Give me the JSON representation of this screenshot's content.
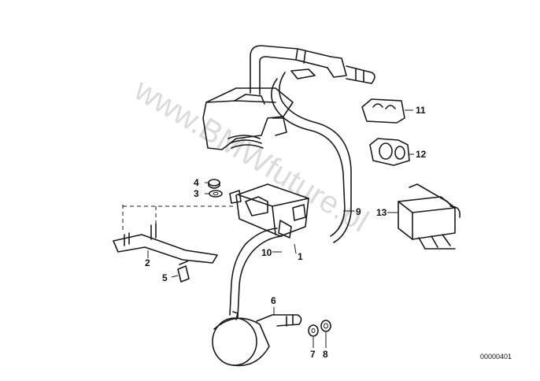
{
  "watermark": "www.BMWfuture.pl",
  "diagram_code": "00000401",
  "parts": [
    {
      "id": "1",
      "label": "1"
    },
    {
      "id": "2",
      "label": "2"
    },
    {
      "id": "3",
      "label": "3"
    },
    {
      "id": "4",
      "label": "4"
    },
    {
      "id": "5",
      "label": "5"
    },
    {
      "id": "6",
      "label": "6"
    },
    {
      "id": "7",
      "label": "7"
    },
    {
      "id": "8",
      "label": "8"
    },
    {
      "id": "9",
      "label": "9"
    },
    {
      "id": "10",
      "label": "10"
    },
    {
      "id": "11",
      "label": "11"
    },
    {
      "id": "12",
      "label": "12"
    },
    {
      "id": "13",
      "label": "13"
    }
  ]
}
